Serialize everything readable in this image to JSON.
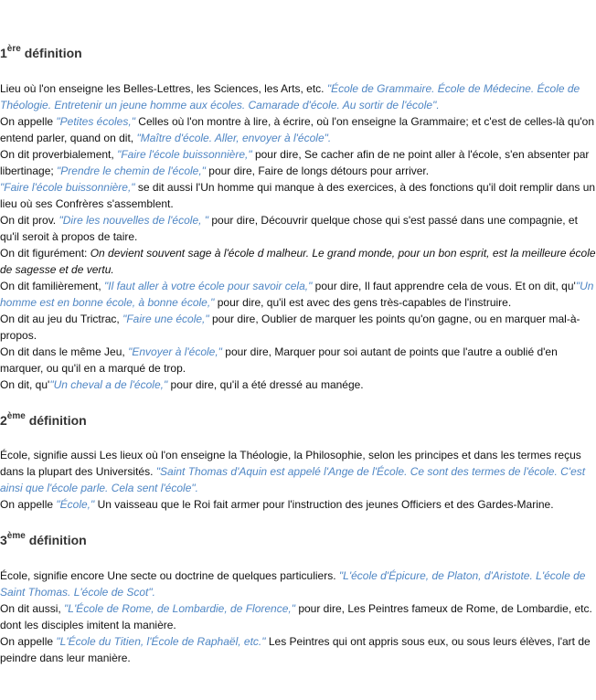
{
  "sections": [
    {
      "heading": {
        "num": "1",
        "sup": "ère",
        "word": "définition"
      },
      "paragraphs": [
        [
          {
            "t": "Lieu où l'on enseigne les Belles-Lettres, les Sciences, les Arts, etc. "
          },
          {
            "q": "\"École de Grammaire. École de Médecine. École de Théologie. Entretenir un jeune homme aux écoles. Camarade d'école. Au sortir de l'école\"."
          }
        ],
        [
          {
            "t": "On appelle "
          },
          {
            "q": "\"Petites écoles,\""
          },
          {
            "t": " Celles où l'on montre à lire, à écrire, où l'on enseigne la Grammaire; et c'est de celles-là qu'on entend parler, quand on dit, "
          },
          {
            "q": "\"Maître d'école. Aller, envoyer à l'école\"."
          }
        ],
        [
          {
            "t": "On dit proverbialement, "
          },
          {
            "q": "\"Faire l'école buissonnière,\""
          },
          {
            "t": " pour dire, Se cacher afin de ne point aller à l'école, s'en absenter par libertinage; "
          },
          {
            "q": "\"Prendre le chemin de l'école,\""
          },
          {
            "t": " pour dire, Faire de longs détours pour arriver."
          }
        ],
        [
          {
            "q": "\"Faire l'école buissonnière,\""
          },
          {
            "t": " se dit aussi l'Un homme qui manque à des exercices, à des fonctions qu'il doit remplir dans un lieu où ses Confrères s'assemblent."
          }
        ],
        [
          {
            "t": "On dit prov. "
          },
          {
            "q": "\"Dire les nouvelles de l'école, \""
          },
          {
            "t": " pour dire, Découvrir quelque chose qui s'est passé dans une compagnie, et qu'il seroit à propos de taire."
          }
        ],
        [
          {
            "t": "On dit figurément: "
          },
          {
            "e": "On devient souvent sage à l'école d malheur. Le grand monde, pour un bon esprit, est la meilleure école de sagesse et de vertu."
          }
        ],
        [
          {
            "t": "On dit familièrement, "
          },
          {
            "q": "\"Il faut aller à votre école pour savoir cela,\""
          },
          {
            "t": " pour dire, Il faut apprendre cela de vous. Et on dit, qu'"
          },
          {
            "q": "\"Un homme est en bonne école, à bonne école,\""
          },
          {
            "t": " pour dire, qu'il est avec des gens très-capables de l'instruire."
          }
        ],
        [
          {
            "t": "On dit au jeu du Trictrac, "
          },
          {
            "q": "\"Faire une école,\""
          },
          {
            "t": " pour dire, Oublier de marquer les points qu'on gagne, ou en marquer mal-à-propos."
          }
        ],
        [
          {
            "t": "On dit dans le même Jeu, "
          },
          {
            "q": "\"Envoyer à l'école,\""
          },
          {
            "t": " pour dire, Marquer pour soi autant de points que l'autre a oublié d'en marquer, ou qu'il en a marqué de trop."
          }
        ],
        [
          {
            "t": "On dit, qu'"
          },
          {
            "q": "\"Un cheval a de l'école,\""
          },
          {
            "t": " pour dire, qu'il a été dressé au manége."
          }
        ]
      ]
    },
    {
      "heading": {
        "num": "2",
        "sup": "ème",
        "word": "définition"
      },
      "paragraphs": [
        [
          {
            "t": "École, signifie aussi Les lieux où l'on enseigne la Théologie, la Philosophie, selon les principes et dans les termes reçus dans la plupart des Universités. "
          },
          {
            "q": "\"Saint Thomas d'Aquin est appelé l'Ange de l'École. Ce sont des termes de l'école. C'est ainsi que l'école parle. Cela sent l'école\"."
          }
        ],
        [
          {
            "t": "On appelle "
          },
          {
            "q": "\"École,\""
          },
          {
            "t": " Un vaisseau que le Roi fait armer pour l'instruction des jeunes Officiers et des Gardes-Marine."
          }
        ]
      ]
    },
    {
      "heading": {
        "num": "3",
        "sup": "ème",
        "word": "définition"
      },
      "paragraphs": [
        [
          {
            "t": "École, signifie encore Une secte ou doctrine de quelques particuliers. "
          },
          {
            "q": "\"L'école d'Épicure, de Platon, d'Aristote. L'école de Saint Thomas. L'école de Scot\"."
          }
        ],
        [
          {
            "t": "On dit aussi, "
          },
          {
            "q": "\"L'École de Rome, de Lombardie, de Florence,\""
          },
          {
            "t": " pour dire, Les Peintres fameux de Rome, de Lombardie, etc. dont les disciples imitent la manière."
          }
        ],
        [
          {
            "t": "On appelle "
          },
          {
            "q": "\"L'École du Titien, l'École de Raphaël, etc.\""
          },
          {
            "t": " Les Peintres qui ont appris sous eux, ou sous leurs élèves, l'art de peindre dans leur manière."
          }
        ]
      ]
    }
  ]
}
